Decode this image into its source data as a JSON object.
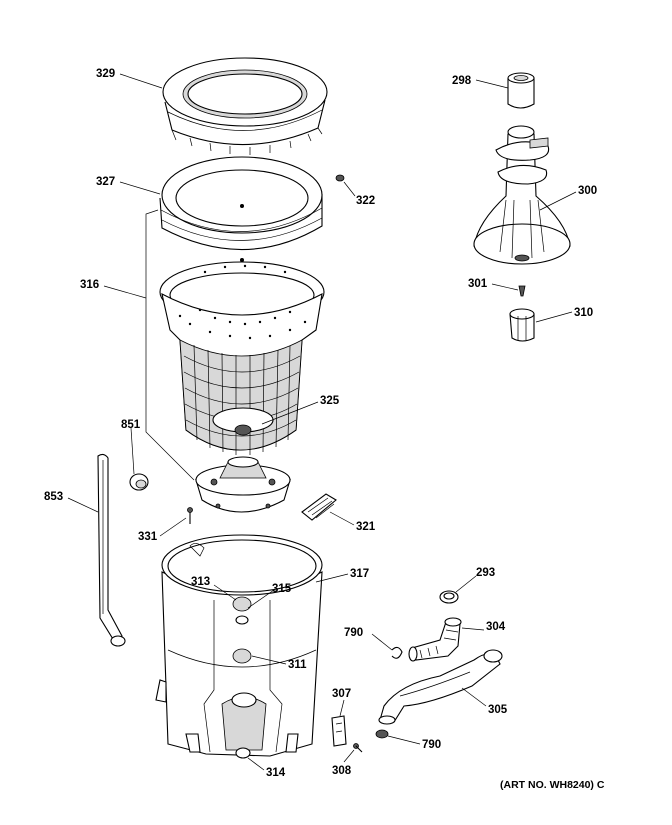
{
  "labels": {
    "l329": "329",
    "l327": "327",
    "l322": "322",
    "l316": "316",
    "l325": "325",
    "l851": "851",
    "l853": "853",
    "l331": "331",
    "l321": "321",
    "l317": "317",
    "l313": "313",
    "l315": "315",
    "l311": "311",
    "l314": "314",
    "l307": "307",
    "l308": "308",
    "l298": "298",
    "l300": "300",
    "l301": "301",
    "l310": "310",
    "l293": "293",
    "l304": "304",
    "l790a": "790",
    "l305": "305",
    "l790b": "790"
  },
  "art_number": "(ART NO. WH8240) C"
}
